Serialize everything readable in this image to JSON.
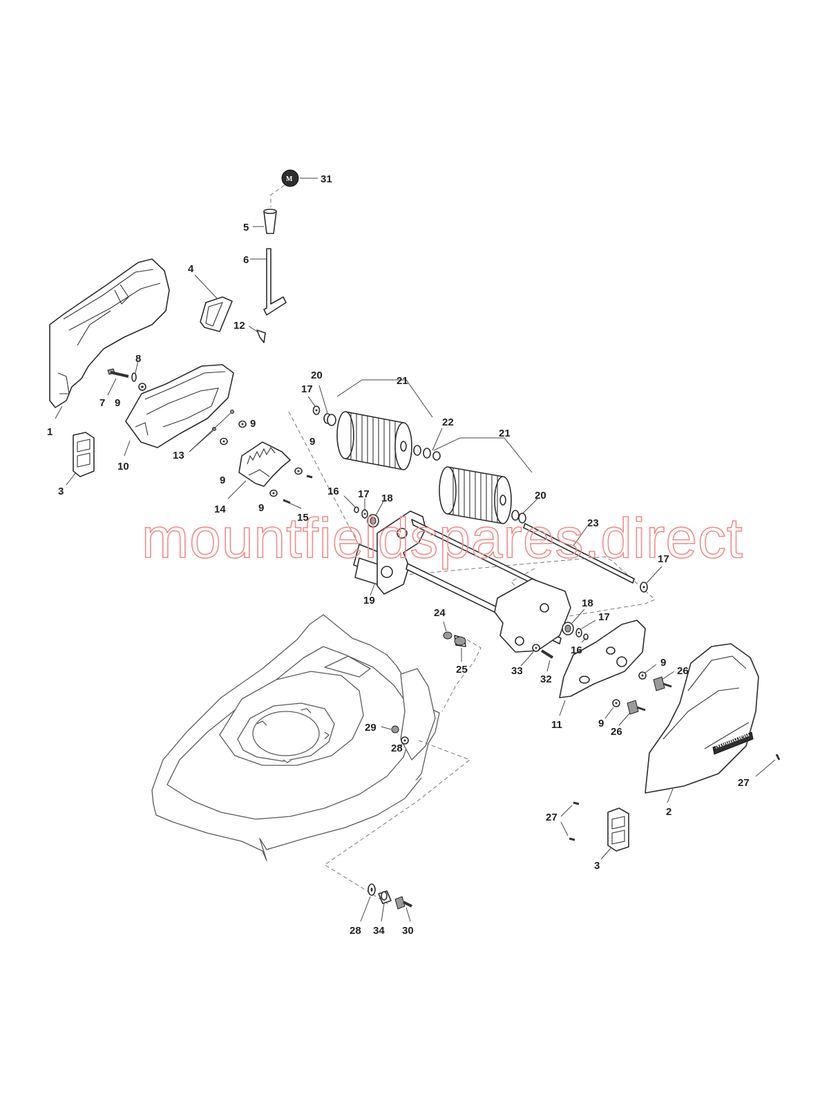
{
  "diagram": {
    "watermark": "mountfieldspares.direct",
    "brand_logo": "Mountfield",
    "cap_letter": "M",
    "callouts": {
      "c1": "1",
      "c2": "2",
      "c3a": "3",
      "c3b": "3",
      "c4": "4",
      "c5": "5",
      "c6": "6",
      "c7": "7",
      "c8": "8",
      "c9a": "9",
      "c9b": "9",
      "c9c": "9",
      "c9d": "9",
      "c9e": "9",
      "c9f": "9",
      "c9g": "9",
      "c10": "10",
      "c11": "11",
      "c12": "12",
      "c13": "13",
      "c14": "14",
      "c15": "15",
      "c16a": "16",
      "c16b": "16",
      "c17a": "17",
      "c17b": "17",
      "c17c": "17",
      "c17d": "17",
      "c18a": "18",
      "c18b": "18",
      "c19": "19",
      "c20a": "20",
      "c20b": "20",
      "c21a": "21",
      "c21b": "21",
      "c22": "22",
      "c23": "23",
      "c24": "24",
      "c25": "25",
      "c26a": "26",
      "c26b": "26",
      "c27a": "27",
      "c27b": "27",
      "c28a": "28",
      "c28b": "28",
      "c29": "29",
      "c30": "30",
      "c31": "31",
      "c32": "32",
      "c33": "33",
      "c34": "34"
    }
  }
}
